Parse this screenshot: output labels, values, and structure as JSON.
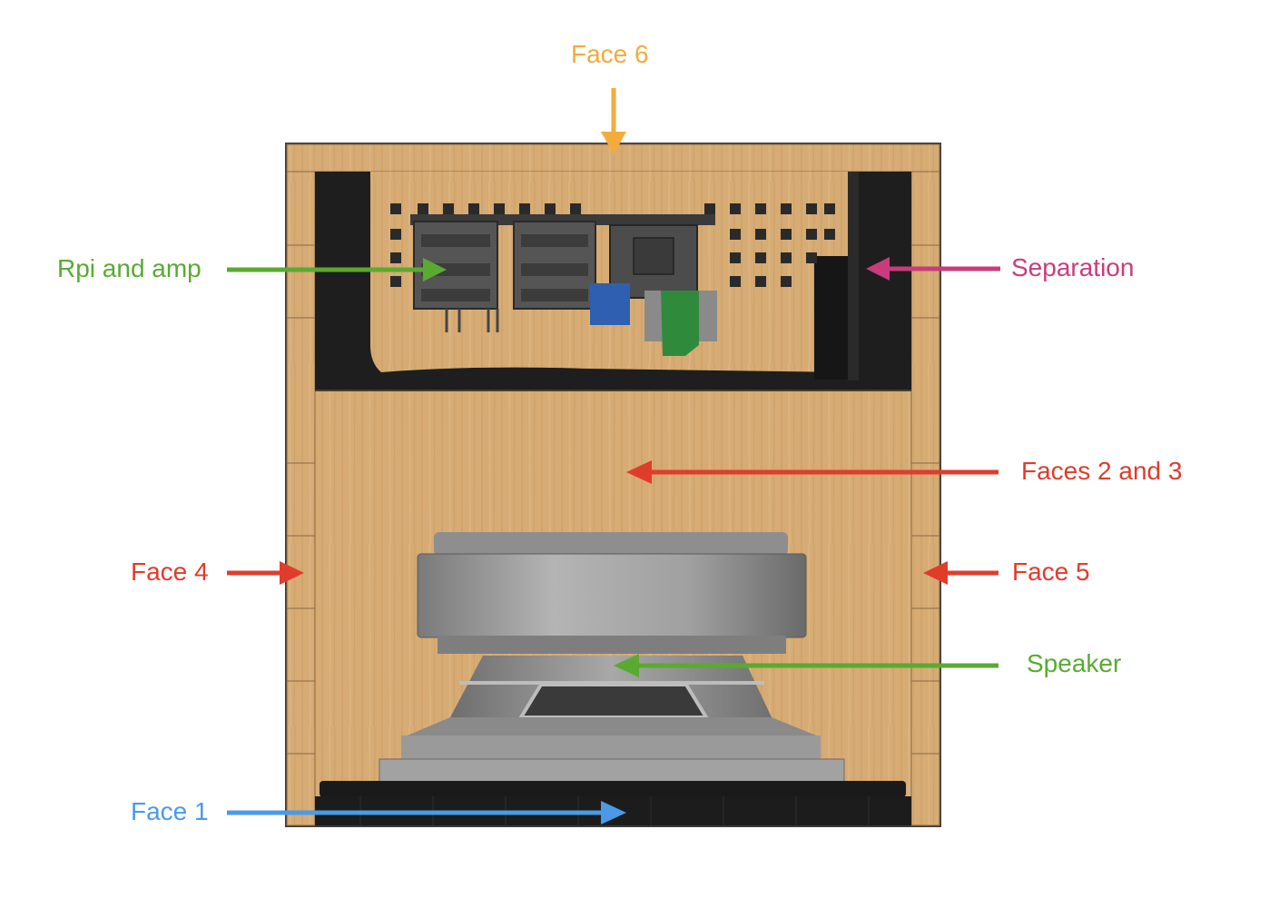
{
  "labels": {
    "face6": "Face 6",
    "rpi_amp": "Rpi and amp",
    "separation": "Separation",
    "faces23": "Faces 2 and 3",
    "face4": "Face 4",
    "face5": "Face 5",
    "speaker": "Speaker",
    "face1": "Face 1"
  },
  "colors": {
    "orange": "#f2ab3c",
    "green": "#5aaa32",
    "magenta": "#c83c7c",
    "red": "#e03c2c",
    "blue": "#4a9ae8",
    "wood": "#d9ae77",
    "wood_dark": "#c99a62",
    "black": "#1c1c1c",
    "speaker_gray": "#9a9a9a"
  }
}
